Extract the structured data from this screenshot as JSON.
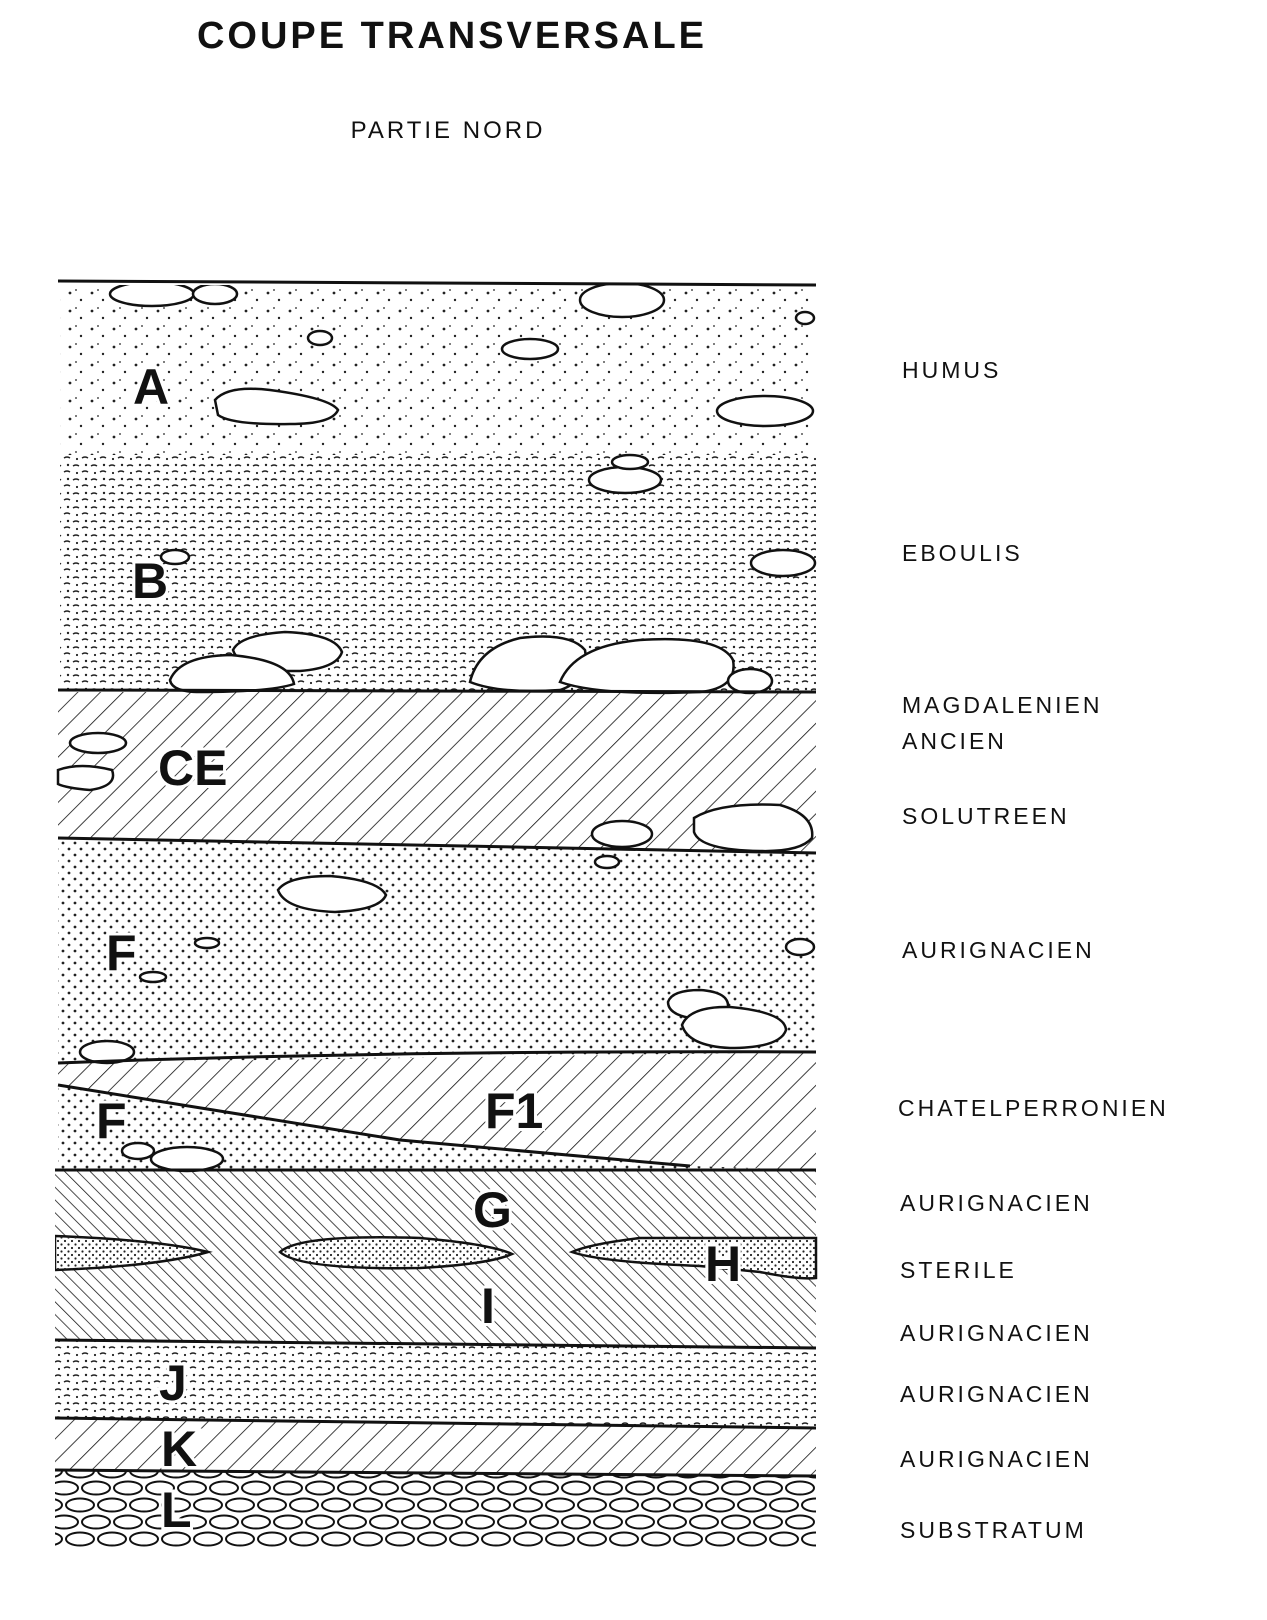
{
  "title": "COUPE TRANSVERSALE",
  "subtitle": "PARTIE NORD",
  "layers": [
    {
      "letter": "A",
      "label": "HUMUS"
    },
    {
      "letter": "B",
      "label": "EBOULIS"
    },
    {
      "letter": "CE",
      "label_line1": "MAGDALENIEN",
      "label_line2": "ANCIEN",
      "label_line3": "SOLUTREEN"
    },
    {
      "letter": "F",
      "label": "AURIGNACIEN"
    },
    {
      "letter": "F",
      "letter2": "F1",
      "label": "CHATELPERRONIEN"
    },
    {
      "letter": "G",
      "label": "AURIGNACIEN"
    },
    {
      "letter": "H",
      "label": "STERILE"
    },
    {
      "letter": "I",
      "label": "AURIGNACIEN"
    },
    {
      "letter": "J",
      "label": "AURIGNACIEN"
    },
    {
      "letter": "K",
      "label": "AURIGNACIEN"
    },
    {
      "letter": "L",
      "label": "SUBSTRATUM"
    }
  ]
}
